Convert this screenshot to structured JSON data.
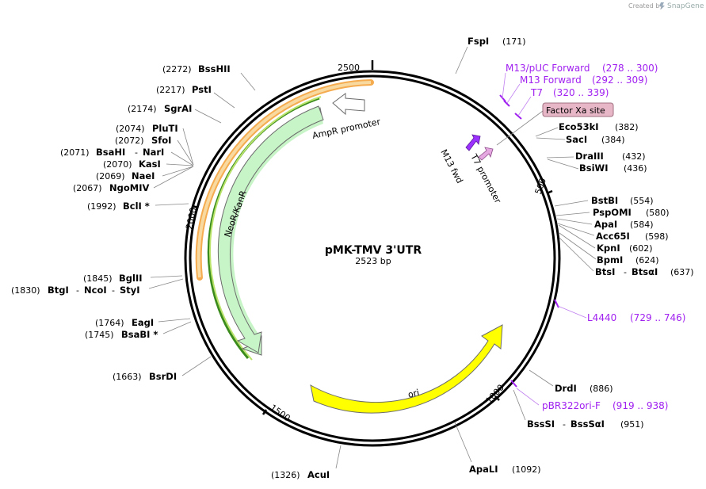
{
  "branding": {
    "created_by": "Created by",
    "brand": "SnapGene"
  },
  "plasmid": {
    "name": "pMK-TMV 3'UTR",
    "size_label": "2523 bp"
  },
  "ticks": [
    "500",
    "1000",
    "1500",
    "2000",
    "2500"
  ],
  "features": {
    "ampr_promoter": "AmpR promoter",
    "neor_kanr": "NeoR/KanR",
    "ori": "ori",
    "m13_fwd": "M13 fwd",
    "t7_promoter": "T7 promoter",
    "factor_xa": "Factor Xa site"
  },
  "primers": [
    {
      "name": "M13/pUC Forward",
      "pos": "(278 .. 300)"
    },
    {
      "name": "M13 Forward",
      "pos": "(292 .. 309)"
    },
    {
      "name": "T7",
      "pos": "(320 .. 339)"
    },
    {
      "name": "L4440",
      "pos": "(729 .. 746)"
    },
    {
      "name": "pBR322ori-F",
      "pos": "(919 .. 938)"
    }
  ],
  "sites_right": [
    {
      "name": "FspI",
      "pos": "(171)"
    },
    {
      "name": "Eco53kI",
      "pos": "(382)"
    },
    {
      "name": "SacI",
      "pos": "(384)"
    },
    {
      "name": "DraIII",
      "pos": "(432)"
    },
    {
      "name": "BsiWI",
      "pos": "(436)"
    },
    {
      "name": "BstBI",
      "pos": "(554)"
    },
    {
      "name": "PspOMI",
      "pos": "(580)"
    },
    {
      "name": "ApaI",
      "pos": "(584)"
    },
    {
      "name": "Acc65I",
      "pos": "(598)"
    },
    {
      "name": "KpnI",
      "pos": "(602)"
    },
    {
      "name": "BpmI",
      "pos": "(624)"
    },
    {
      "name": "BtsI",
      "name2": "BtsαI",
      "sep": "-",
      "pos": "(637)"
    },
    {
      "name": "DrdI",
      "pos": "(886)"
    },
    {
      "name": "BssSI",
      "name2": "BssSαI",
      "sep": "-",
      "pos": "(951)"
    },
    {
      "name": "ApaLI",
      "pos": "(1092)"
    }
  ],
  "sites_left": [
    {
      "name": "BssHII",
      "pos": "(2272)"
    },
    {
      "name": "PstI",
      "pos": "(2217)"
    },
    {
      "name": "SgrAI",
      "pos": "(2174)"
    },
    {
      "name": "PluTI",
      "pos": "(2074)"
    },
    {
      "name": "SfoI",
      "pos": "(2072)"
    },
    {
      "name": "BsaHI",
      "name2": "NarI",
      "sep": "-",
      "pos": "(2071)"
    },
    {
      "name": "KasI",
      "pos": "(2070)"
    },
    {
      "name": "NaeI",
      "pos": "(2069)"
    },
    {
      "name": "NgoMIV",
      "pos": "(2067)"
    },
    {
      "name": "BclI *",
      "pos": "(1992)"
    },
    {
      "name": "BglII",
      "pos": "(1845)"
    },
    {
      "name": "BtgI",
      "name2": "NcoI",
      "name3": "StyI",
      "sep": "-",
      "pos": "(1830)"
    },
    {
      "name": "EagI",
      "pos": "(1764)"
    },
    {
      "name": "BsaBI *",
      "pos": "(1745)"
    },
    {
      "name": "BsrDI",
      "pos": "(1663)"
    },
    {
      "name": "AcuI",
      "pos": "(1326)"
    }
  ]
}
